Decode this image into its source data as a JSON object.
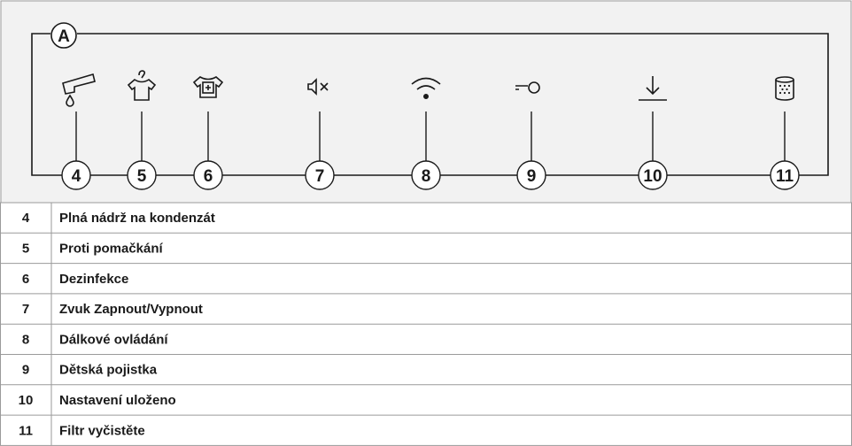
{
  "panel": {
    "label": "A",
    "icons": [
      {
        "icon": "condenser-tank-full-icon",
        "number": "4"
      },
      {
        "icon": "anti-crease-shirt-icon",
        "number": "5"
      },
      {
        "icon": "disinfection-shirt-icon",
        "number": "6"
      },
      {
        "icon": "sound-off-icon",
        "number": "7"
      },
      {
        "icon": "wifi-remote-control-icon",
        "number": "8"
      },
      {
        "icon": "child-lock-key-icon",
        "number": "9"
      },
      {
        "icon": "settings-saved-download-icon",
        "number": "10"
      },
      {
        "icon": "filter-clean-icon",
        "number": "11"
      }
    ]
  },
  "legend": {
    "rows": [
      {
        "num": "4",
        "text": "Plná nádrž na kondenzát"
      },
      {
        "num": "5",
        "text": "Proti pomačkání"
      },
      {
        "num": "6",
        "text": "Dezinfekce"
      },
      {
        "num": "7",
        "text": "Zvuk Zapnout/Vypnout"
      },
      {
        "num": "8",
        "text": "Dálkové ovládání"
      },
      {
        "num": "9",
        "text": "Dětská pojistka"
      },
      {
        "num": "10",
        "text": "Nastavení uloženo"
      },
      {
        "num": "11",
        "text": "Filtr vyčistěte"
      }
    ]
  }
}
